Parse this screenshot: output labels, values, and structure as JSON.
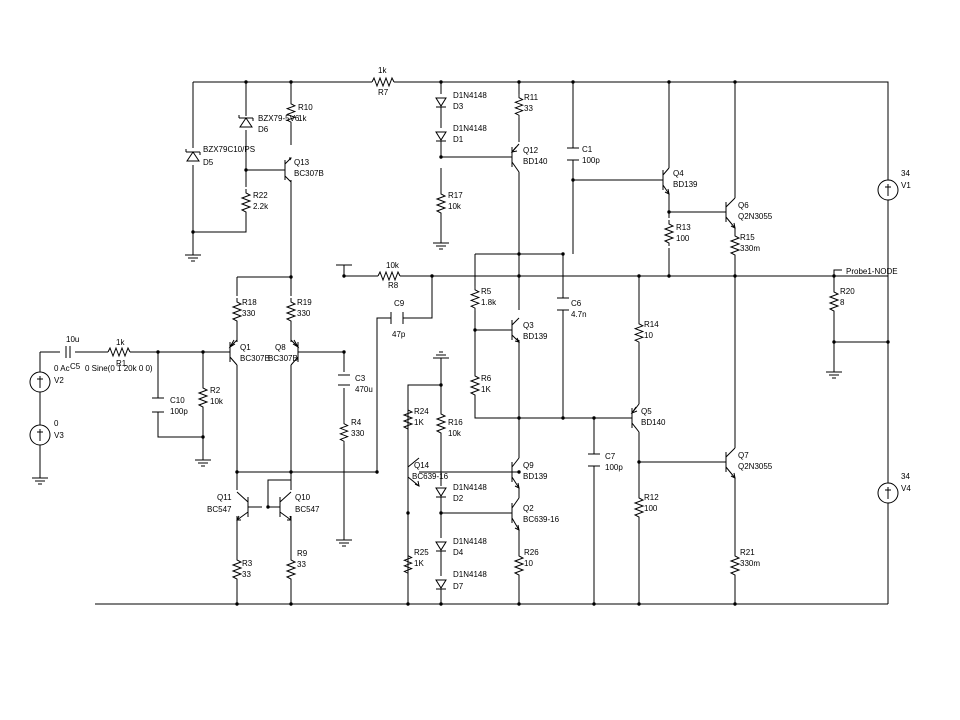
{
  "parts": {
    "r7": {
      "ref": "R7",
      "value": "1k"
    },
    "r8": {
      "ref": "R8",
      "value": "10k"
    },
    "r10": {
      "ref": "R10",
      "value": "1k"
    },
    "r11": {
      "ref": "R11",
      "value": "33"
    },
    "r17": {
      "ref": "R17",
      "value": "10k"
    },
    "r22": {
      "ref": "R22",
      "value": "2.2k"
    },
    "r18": {
      "ref": "R18",
      "value": "330"
    },
    "r19": {
      "ref": "R19",
      "value": "330"
    },
    "r1": {
      "ref": "R1",
      "value": "1k"
    },
    "r2": {
      "ref": "R2",
      "value": "10k"
    },
    "r3": {
      "ref": "R3",
      "value": "33"
    },
    "r9": {
      "ref": "R9",
      "value": "33"
    },
    "r4": {
      "ref": "R4",
      "value": "330"
    },
    "r5": {
      "ref": "R5",
      "value": "1.8k"
    },
    "r6": {
      "ref": "R6",
      "value": "1K"
    },
    "r13": {
      "ref": "R13",
      "value": "100"
    },
    "r15": {
      "ref": "R15",
      "value": "330m"
    },
    "r14": {
      "ref": "R14",
      "value": "10"
    },
    "r12": {
      "ref": "R12",
      "value": "100"
    },
    "r16": {
      "ref": "R16",
      "value": "10k"
    },
    "r24": {
      "ref": "R24",
      "value": "1K"
    },
    "r25": {
      "ref": "R25",
      "value": "1K"
    },
    "r26": {
      "ref": "R26",
      "value": "10"
    },
    "r20": {
      "ref": "R20",
      "value": "8"
    },
    "r21": {
      "ref": "R21",
      "value": "330m"
    },
    "c1": {
      "ref": "C1",
      "value": "100p"
    },
    "c3": {
      "ref": "C3",
      "value": "470u"
    },
    "c5": {
      "ref": "C5",
      "value": "10u"
    },
    "c6": {
      "ref": "C6",
      "value": "4.7n"
    },
    "c7": {
      "ref": "C7",
      "value": "100p"
    },
    "c9": {
      "ref": "C9",
      "value": "47p"
    },
    "c10": {
      "ref": "C10",
      "value": "100p"
    },
    "d1": {
      "ref": "D1",
      "value": "D1N4148"
    },
    "d2": {
      "ref": "D2",
      "value": "D1N4148"
    },
    "d3": {
      "ref": "D3",
      "value": "D1N4148"
    },
    "d4": {
      "ref": "D4",
      "value": "D1N4148"
    },
    "d7": {
      "ref": "D7",
      "value": "D1N4148"
    },
    "d5": {
      "ref": "D5",
      "value": "BZX79C10/PS"
    },
    "d6": {
      "ref": "D6",
      "value": "BZX79-5V6"
    },
    "q1": {
      "ref": "Q1",
      "value": "BC307B"
    },
    "q8": {
      "ref": "Q8",
      "value": "BC307B"
    },
    "q13": {
      "ref": "Q13",
      "value": "BC307B"
    },
    "q12": {
      "ref": "Q12",
      "value": "BD140"
    },
    "q4": {
      "ref": "Q4",
      "value": "BD139"
    },
    "q6": {
      "ref": "Q6",
      "value": "Q2N3055"
    },
    "q3": {
      "ref": "Q3",
      "value": "BD139"
    },
    "q5": {
      "ref": "Q5",
      "value": "BD140"
    },
    "q7": {
      "ref": "Q7",
      "value": "Q2N3055"
    },
    "q9": {
      "ref": "Q9",
      "value": "BD139"
    },
    "q2": {
      "ref": "Q2",
      "value": "BC639-16"
    },
    "q14": {
      "ref": "Q14",
      "value": "BC639-16"
    },
    "q11": {
      "ref": "Q11",
      "value": "BC547"
    },
    "q10": {
      "ref": "Q10",
      "value": "BC547"
    },
    "v1": {
      "ref": "V1",
      "value": "34"
    },
    "v4": {
      "ref": "V4",
      "value": "34"
    },
    "v3": {
      "ref": "V3",
      "value": "0"
    },
    "v2": {
      "ref": "V2",
      "value": "0 Ac",
      "spec": "0 Sine(0 1 20k 0 0)"
    }
  },
  "probe": {
    "label": "Probe1-NODE"
  }
}
